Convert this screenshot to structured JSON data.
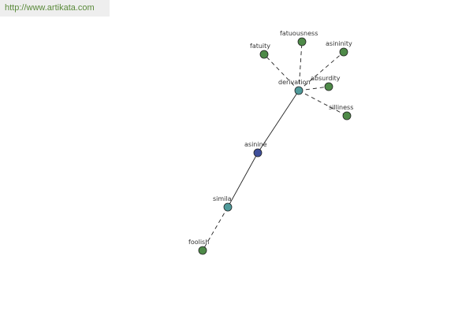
{
  "watermark": "http://www.artikata.com",
  "graph": {
    "nodes": [
      {
        "id": "asinine",
        "label": "asinine",
        "kind": "center"
      },
      {
        "id": "derivation",
        "label": "derivation",
        "kind": "relation"
      },
      {
        "id": "simila",
        "label": "simila",
        "kind": "relation"
      },
      {
        "id": "fatuity",
        "label": "fatuity",
        "kind": "word"
      },
      {
        "id": "fatuousness",
        "label": "fatuousness",
        "kind": "word"
      },
      {
        "id": "asininity",
        "label": "asininity",
        "kind": "word"
      },
      {
        "id": "absurdity",
        "label": "absurdity",
        "kind": "word"
      },
      {
        "id": "silliness",
        "label": "silliness",
        "kind": "word"
      },
      {
        "id": "foolish",
        "label": "foolish",
        "kind": "word"
      }
    ],
    "edges": [
      {
        "from": "asinine",
        "to": "derivation",
        "style": "solid"
      },
      {
        "from": "asinine",
        "to": "simila",
        "style": "solid"
      },
      {
        "from": "derivation",
        "to": "fatuity",
        "style": "dashed"
      },
      {
        "from": "derivation",
        "to": "fatuousness",
        "style": "dashed"
      },
      {
        "from": "derivation",
        "to": "asininity",
        "style": "dashed"
      },
      {
        "from": "derivation",
        "to": "absurdity",
        "style": "dashed"
      },
      {
        "from": "derivation",
        "to": "silliness",
        "style": "dashed"
      },
      {
        "from": "simila",
        "to": "foolish",
        "style": "dashed"
      }
    ],
    "colors": {
      "center": "#3f4f9a",
      "relation": "#4f9a9a",
      "word": "#4e8a48",
      "stroke": "#222222",
      "edge": "#222222"
    }
  }
}
